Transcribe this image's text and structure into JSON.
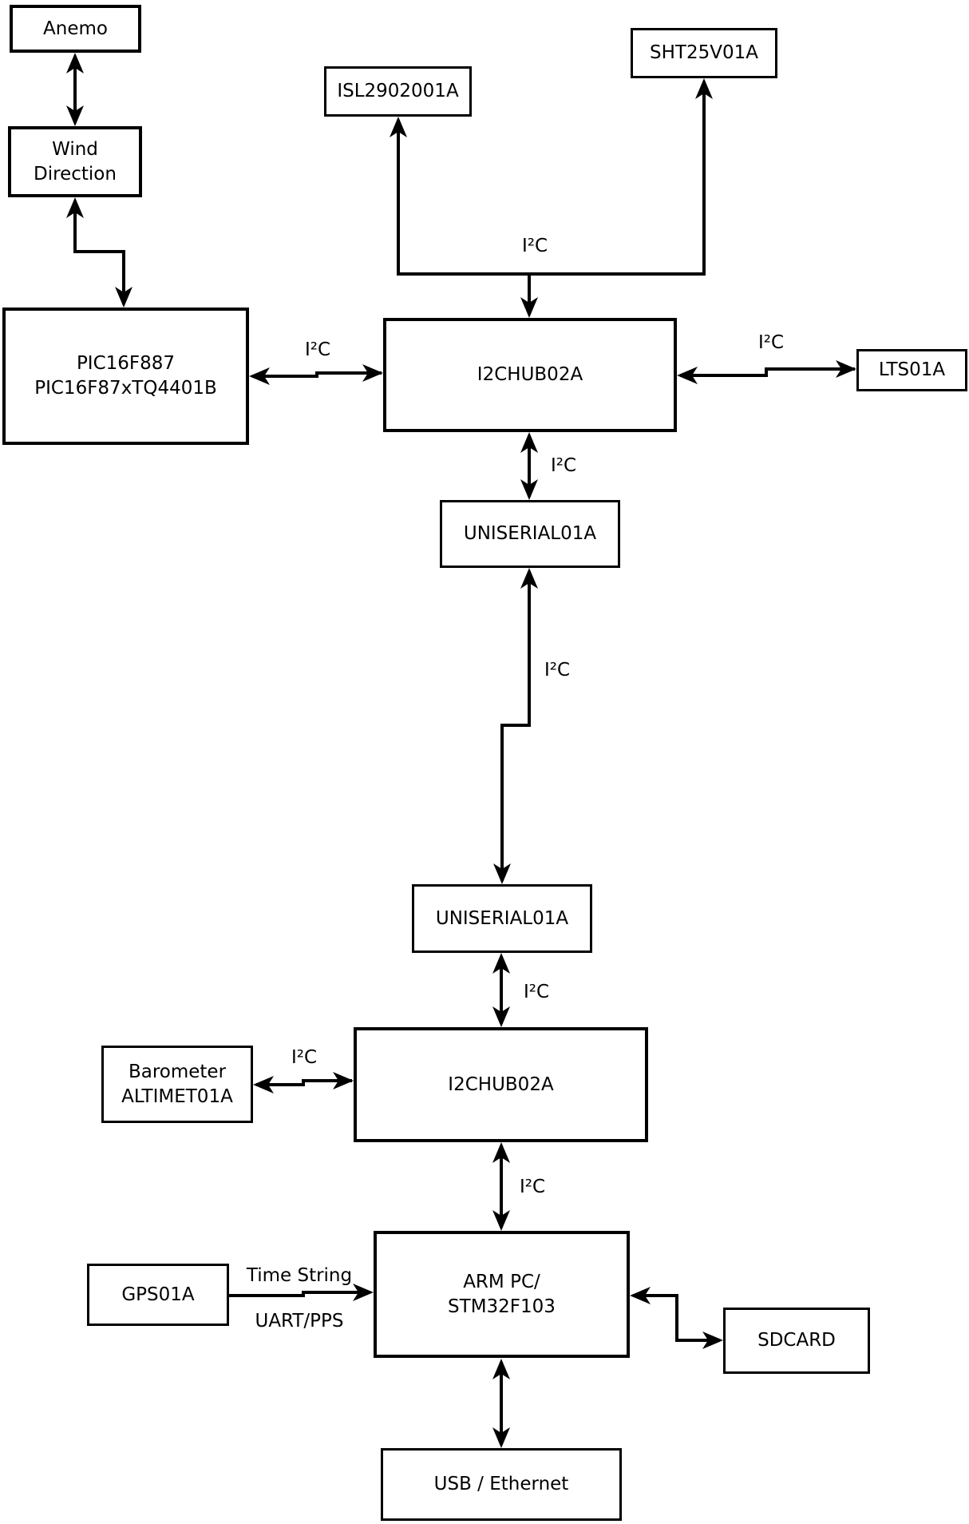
{
  "diagram": {
    "type": "block-diagram",
    "background_color": "#ffffff",
    "line_color": "#000000",
    "box_fill_color": "#ffffff",
    "nodes": {
      "anemo": {
        "label": "Anemo"
      },
      "wind_direction": {
        "label": "Wind\nDirection"
      },
      "pic": {
        "label": "PIC16F887\nPIC16F87xTQ4401B"
      },
      "isl": {
        "label": "ISL2902001A"
      },
      "sht": {
        "label": "SHT25V01A"
      },
      "i2chub_top": {
        "label": "I2CHUB02A"
      },
      "lts": {
        "label": "LTS01A"
      },
      "uniserial_top": {
        "label": "UNISERIAL01A"
      },
      "uniserial_bottom": {
        "label": "UNISERIAL01A"
      },
      "i2chub_bottom": {
        "label": "I2CHUB02A"
      },
      "barometer": {
        "label": "Barometer\nALTIMET01A"
      },
      "gps": {
        "label": "GPS01A"
      },
      "arm": {
        "label": "ARM PC/\nSTM32F103"
      },
      "sdcard": {
        "label": "SDCARD"
      },
      "usb": {
        "label": "USB / Ethernet"
      }
    },
    "edge_labels": {
      "i2c": "I²C",
      "time_string": "Time String",
      "uart_pps": "UART/PPS"
    }
  }
}
